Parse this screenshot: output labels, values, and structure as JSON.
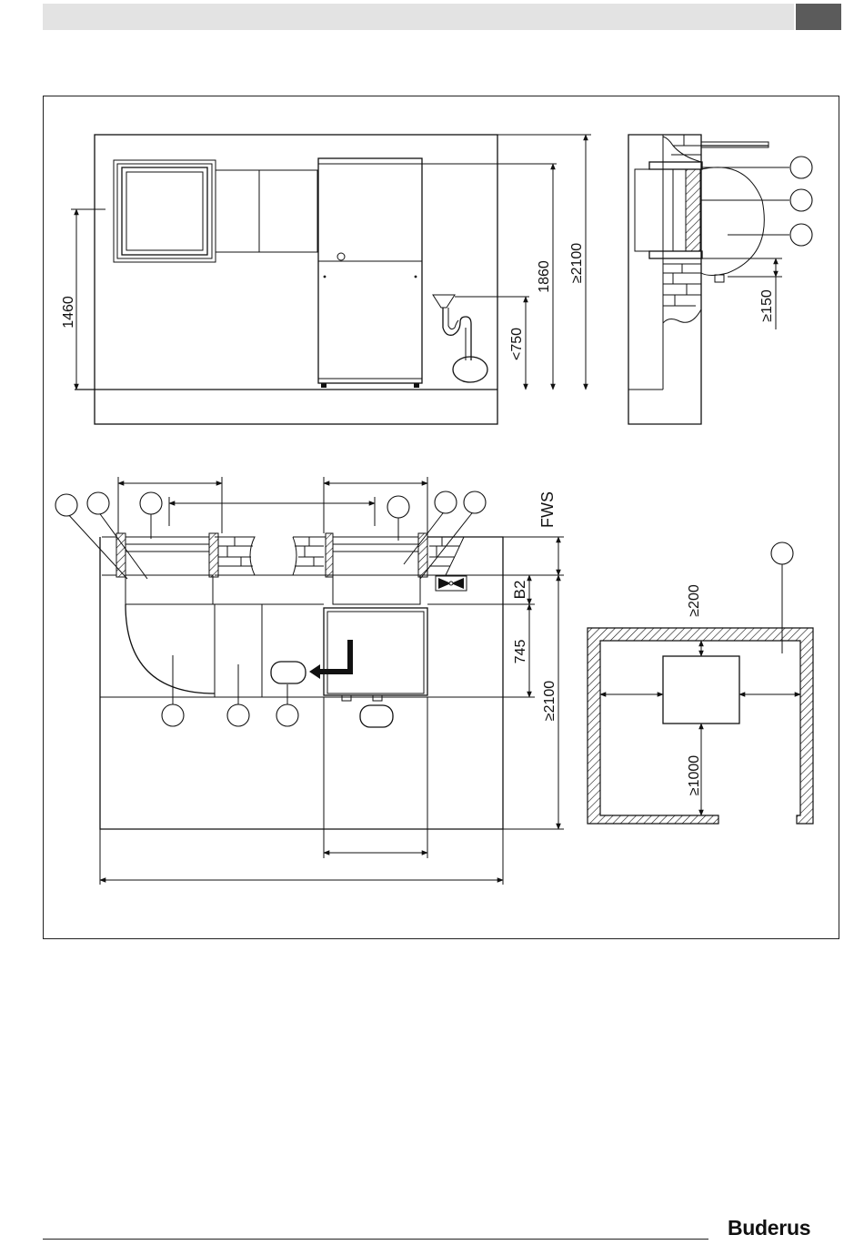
{
  "brand": {
    "logo_text": "Buderus"
  },
  "front_view": {
    "dim_wall_height": "1460",
    "dim_drain_height": "<750",
    "dim_unit_height": "1860",
    "dim_room_height": "≥2100"
  },
  "side_view": {
    "dim_clearance": "≥150"
  },
  "plan_view": {
    "label_fws": "FWS",
    "dim_b2": "B2",
    "dim_745": "745",
    "dim_room_depth": "≥2100"
  },
  "room_plan": {
    "dim_rear_clearance": "≥200",
    "dim_front_clearance": "≥1000"
  },
  "colors": {
    "header_bar": "#e3e3e3",
    "header_tab": "#5b5b5b",
    "line": "#111111"
  }
}
